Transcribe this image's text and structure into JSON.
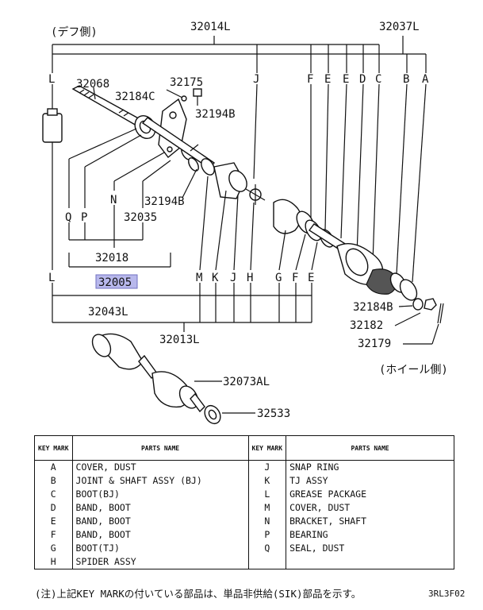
{
  "header": {
    "side_diff": "(デフ側)",
    "side_wheel": "(ホイール側)"
  },
  "part_numbers": {
    "p32014L": "32014L",
    "p32037L": "32037L",
    "p32068": "32068",
    "p32175": "32175",
    "p32184C": "32184C",
    "p32194B_top": "32194B",
    "p32194B_mid": "32194B",
    "p32035": "32035",
    "p32018": "32018",
    "p32005": "32005",
    "p32043L": "32043L",
    "p32013L": "32013L",
    "p32184B": "32184B",
    "p32182": "32182",
    "p32179": "32179",
    "p32073AL": "32073AL",
    "p32533": "32533"
  },
  "key_letters_top": [
    "L",
    "J",
    "F",
    "E",
    "E",
    "D",
    "C",
    "B",
    "A"
  ],
  "key_letters_mid": [
    "Q",
    "P",
    "N"
  ],
  "key_letters_bottom": [
    "L",
    "M",
    "K",
    "J",
    "H",
    "G",
    "F",
    "E"
  ],
  "table": {
    "header_key": "KEY MARK",
    "header_name": "PARTS NAME",
    "rows": [
      {
        "k1": "A",
        "n1": "COVER, DUST",
        "k2": "J",
        "n2": "SNAP RING"
      },
      {
        "k1": "B",
        "n1": "JOINT & SHAFT ASSY (BJ)",
        "k2": "K",
        "n2": "TJ ASSY"
      },
      {
        "k1": "C",
        "n1": "BOOT(BJ)",
        "k2": "L",
        "n2": "GREASE PACKAGE"
      },
      {
        "k1": "D",
        "n1": "BAND, BOOT",
        "k2": "M",
        "n2": "COVER, DUST"
      },
      {
        "k1": "E",
        "n1": "BAND, BOOT",
        "k2": "N",
        "n2": "BRACKET, SHAFT"
      },
      {
        "k1": "F",
        "n1": "BAND, BOOT",
        "k2": "P",
        "n2": "BEARING"
      },
      {
        "k1": "G",
        "n1": "BOOT(TJ)",
        "k2": "Q",
        "n2": "SEAL, DUST"
      },
      {
        "k1": "H",
        "n1": "SPIDER ASSY",
        "k2": "",
        "n2": ""
      }
    ]
  },
  "footer": {
    "note": "(注)上記KEY MARKの付いている部品は、単品非供給(SIK)部品を示す。",
    "code": "3RL3F02"
  }
}
